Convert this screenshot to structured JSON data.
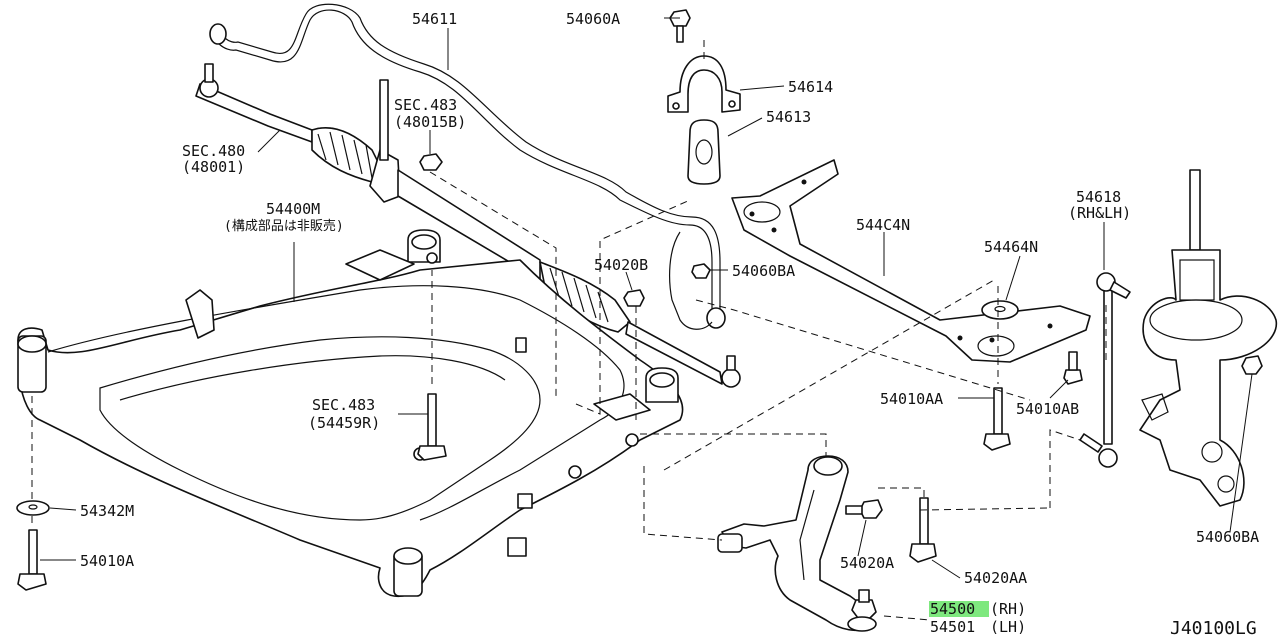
{
  "diagram_code": "J40100LG",
  "highlight": {
    "color": "#7ee87e",
    "part": "54500"
  },
  "labels": {
    "l54611": "54611",
    "l54060A": "54060A",
    "l54614": "54614",
    "l54613": "54613",
    "sec483a_1": "SEC.483",
    "sec483a_2": "(48015B)",
    "sec480_1": "SEC.480",
    "sec480_2": "(48001)",
    "l54400M": "54400M",
    "l54400M_note": "(構成部品は非販売)",
    "l544C4N": "544C4N",
    "l54618": "54618",
    "l54618_rh": "(RH&LH)",
    "l54464N": "54464N",
    "l54020B": "54020B",
    "l54060BA_a": "54060BA",
    "l54010AA": "54010AA",
    "l54010AB": "54010AB",
    "sec483b_1": "SEC.483",
    "sec483b_2": "(54459R)",
    "l54342M": "54342M",
    "l54010A": "54010A",
    "l54020A": "54020A",
    "l54020AA": "54020AA",
    "l54500": "54500",
    "l54500_side": "(RH)",
    "l54501": "54501",
    "l54501_side": "(LH)",
    "l54060BA_b": "54060BA"
  }
}
